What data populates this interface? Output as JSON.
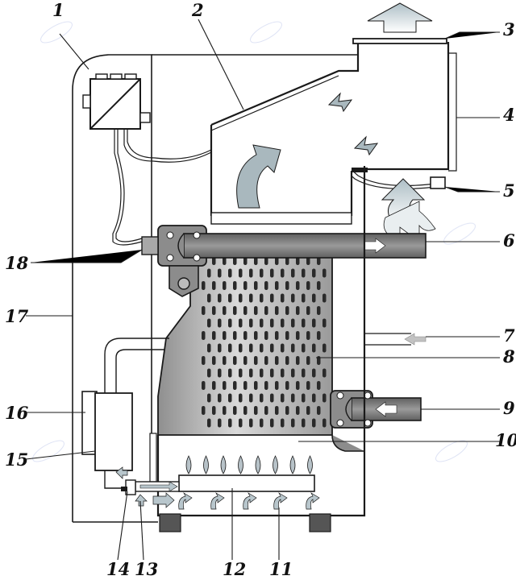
{
  "callouts": [
    "1",
    "2",
    "3",
    "4",
    "5",
    "6",
    "7",
    "8",
    "9",
    "10",
    "11",
    "12",
    "13",
    "14",
    "15",
    "16",
    "17",
    "18"
  ],
  "colors": {
    "line": "#1a1a1a",
    "exchanger_fill": "#a9a9a9",
    "exchanger_light": "#d8d8d8",
    "pipe_fill": "#7d7d7d",
    "arrow_fill": "#b8c6cc",
    "flame_fill": "#b7c2c8",
    "foot_fill": "#555555",
    "watermark": "#b9c3e8"
  }
}
